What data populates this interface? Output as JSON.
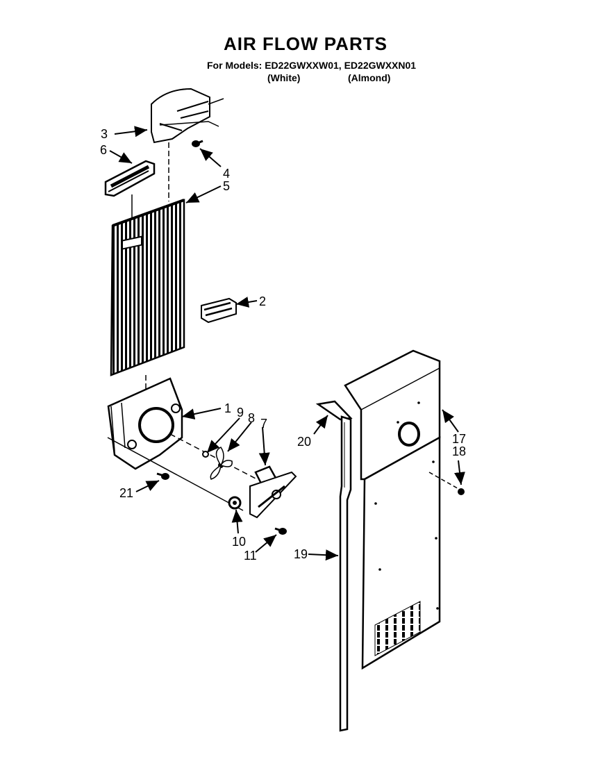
{
  "header": {
    "title": "AIR FLOW PARTS",
    "models_line": "For Models: ED22GWXXW01, ED22GWXXN01",
    "variant_white": "(White)",
    "variant_almond": "(Almond)"
  },
  "callouts": {
    "c1": "1",
    "c2": "2",
    "c3": "3",
    "c4": "4",
    "c5": "5",
    "c6": "6",
    "c7": "7",
    "c8": "8",
    "c9": "9",
    "c10": "10",
    "c11": "11",
    "c17": "17",
    "c18": "18",
    "c19": "19",
    "c20": "20",
    "c21": "21"
  }
}
